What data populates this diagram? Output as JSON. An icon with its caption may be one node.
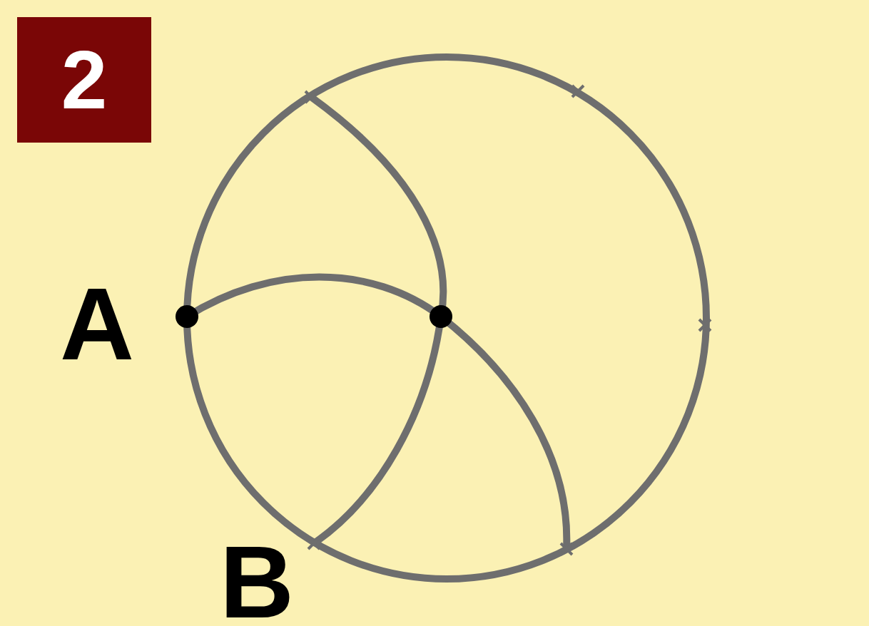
{
  "diagram": {
    "nodes": [
      {
        "text": [
          "2"
        ]
      }
    ],
    "labels": [
      "A",
      "B"
    ]
  }
}
